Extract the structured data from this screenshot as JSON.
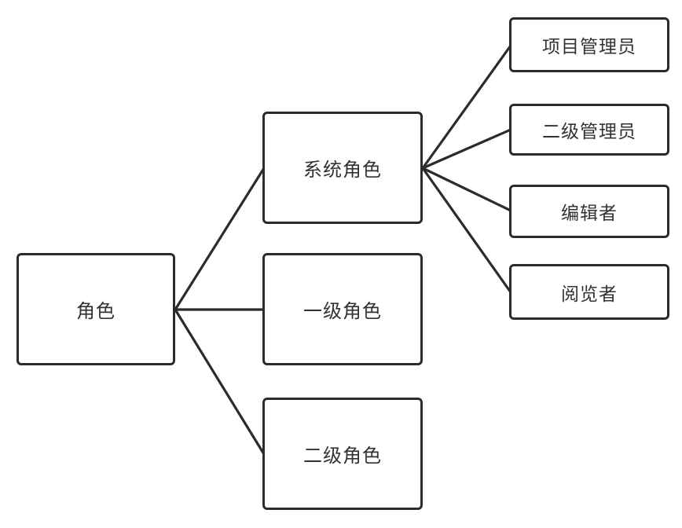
{
  "diagram": {
    "root": {
      "label": "角色",
      "children": [
        {
          "label": "系统角色",
          "children": [
            {
              "label": "项目管理员"
            },
            {
              "label": "二级管理员"
            },
            {
              "label": "编辑者"
            },
            {
              "label": "阅览者"
            }
          ]
        },
        {
          "label": "一级角色"
        },
        {
          "label": "二级角色"
        }
      ]
    },
    "colors": {
      "border": "#2b2b2b",
      "text": "#333333",
      "background": "#ffffff"
    }
  }
}
